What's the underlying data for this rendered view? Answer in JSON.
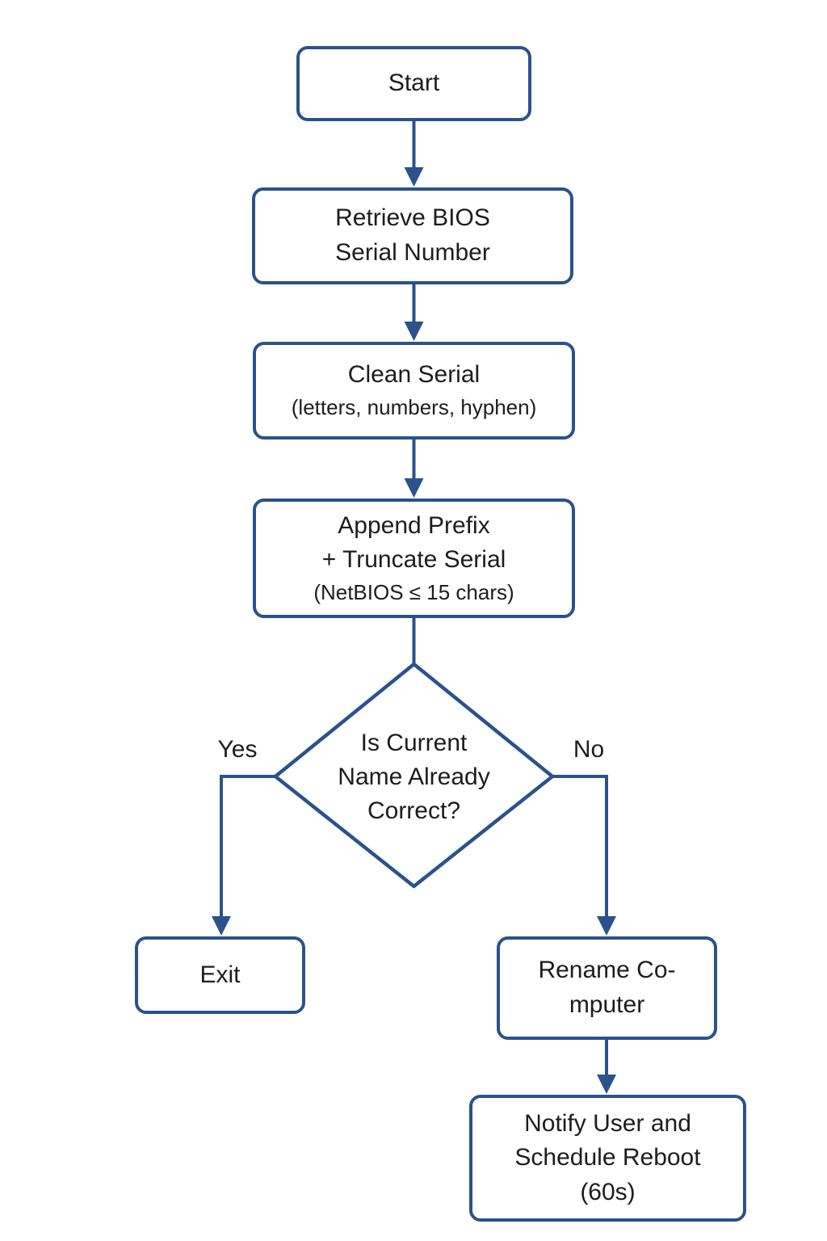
{
  "flowchart": {
    "colors": {
      "stroke": "#2b528c",
      "text": "#1d1d1f",
      "background": "#ffffff"
    },
    "nodes": {
      "start": {
        "label": "Start"
      },
      "retrieve": {
        "line1": "Retrieve BIOS",
        "line2": "Serial Number"
      },
      "clean": {
        "line1": "Clean Serial",
        "sub": "(letters, numbers, hyphen)"
      },
      "append": {
        "line1": "Append Prefix",
        "line2": "+ Truncate Serial",
        "sub": "(NetBIOS ≤ 15 chars)"
      },
      "decision": {
        "line1": "Is Current",
        "line2": "Name Already",
        "line3": "Correct?"
      },
      "exit": {
        "label": "Exit"
      },
      "rename": {
        "line1": "Rename Co-",
        "line2": "mputer"
      },
      "notify": {
        "line1": "Notify User and",
        "line2": "Schedule Reboot",
        "line3": "(60s)"
      }
    },
    "edges": {
      "yes_label": "Yes",
      "no_label": "No"
    }
  }
}
